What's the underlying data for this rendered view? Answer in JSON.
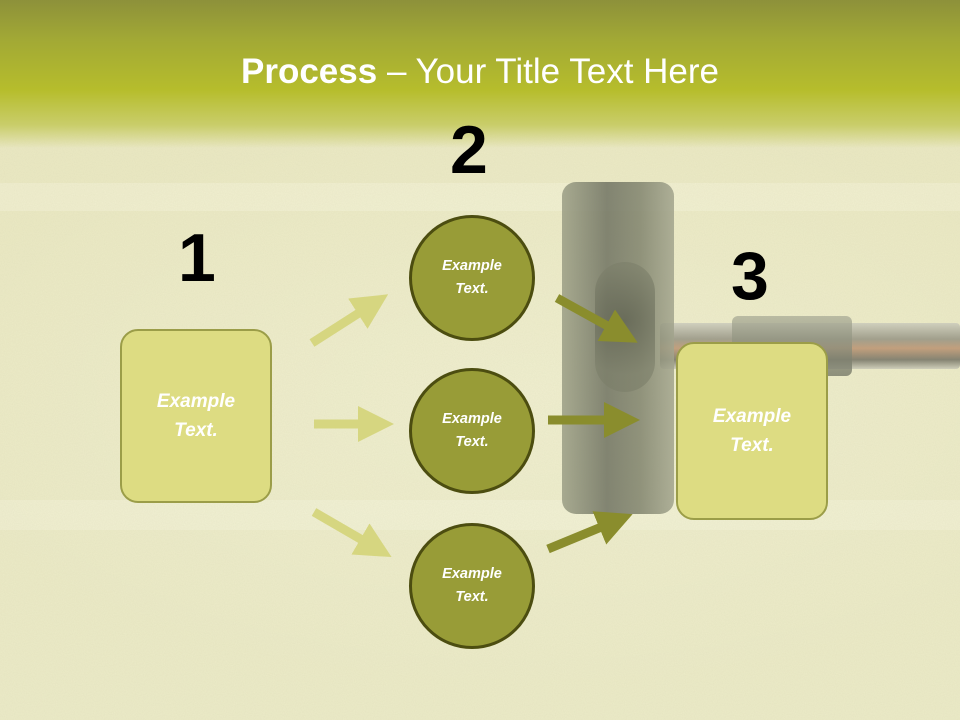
{
  "slide": {
    "title_bold": "Process",
    "title_rest": " – Your Title Text Here",
    "colors": {
      "header": "#b6bd2c",
      "box_fill": "#dddc82",
      "box_border": "#9b9d48",
      "circle_fill": "#989c37",
      "circle_border": "#4c4d10",
      "arrow_light": "#d6d680",
      "arrow_dark": "#8a8d2d"
    },
    "steps": [
      {
        "number": "1",
        "text": "Example\nText."
      },
      {
        "number": "2",
        "text": "Example\nText."
      },
      {
        "number": "3",
        "text": "Example\nText."
      }
    ],
    "circles": [
      {
        "text": "Example\nText."
      },
      {
        "text": "Example\nText."
      },
      {
        "text": "Example\nText."
      }
    ]
  }
}
